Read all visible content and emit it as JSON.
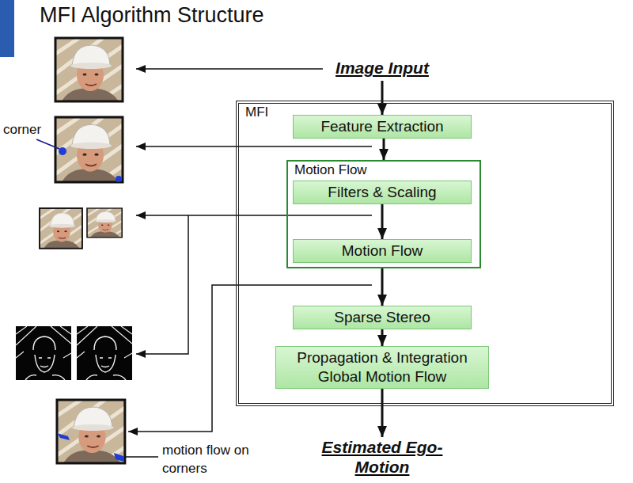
{
  "diagram": {
    "title": "MFI Algorithm Structure",
    "nodes": [
      {
        "text": [
          "Image Input"
        ]
      },
      {
        "text": [
          "MFI"
        ]
      },
      {
        "text": [
          "Feature Extraction"
        ],
        "in": 1
      },
      {
        "text": [
          "Motion Flow"
        ],
        "in": 1
      },
      {
        "text": [
          "Filters & Scaling"
        ],
        "in": 3
      },
      {
        "text": [
          "Motion Flow"
        ],
        "in": 3
      },
      {
        "text": [
          "Sparse Stereo"
        ],
        "in": 1
      },
      {
        "text": [
          "Propagation & Integration Global Motion Flow"
        ],
        "in": 1
      },
      {
        "text": [
          "Estimated Ego-Motion"
        ]
      }
    ],
    "edges": [
      {
        "from": 0,
        "to": 2,
        "arrow": "to"
      },
      {
        "from": 2,
        "to": 3,
        "arrow": "to"
      },
      {
        "from": 4,
        "to": 5,
        "arrow": "to"
      },
      {
        "from": 3,
        "to": 6,
        "arrow": "to"
      },
      {
        "from": 6,
        "to": 7,
        "arrow": "to"
      },
      {
        "from": 7,
        "to": 8,
        "arrow": "to"
      }
    ],
    "labels": [
      "corner",
      "motion flow on corners"
    ]
  }
}
